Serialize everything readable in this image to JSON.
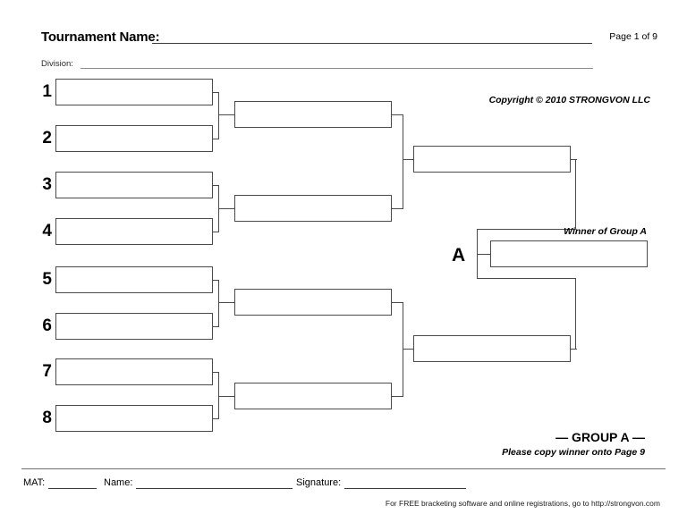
{
  "header": {
    "tournament_label": "Tournament Name:",
    "page_indicator": "Page 1 of 9",
    "division_label": "Division:",
    "copyright": "Copyright © 2010 STRONGVON LLC"
  },
  "bracket": {
    "seeds": [
      "1",
      "2",
      "3",
      "4",
      "5",
      "6",
      "7",
      "8"
    ],
    "group_letter": "A",
    "winner_caption": "Winner of Group A"
  },
  "group_footer": {
    "title": "— GROUP A —",
    "note": "Please copy winner onto Page 9"
  },
  "form": {
    "mat_label": "MAT:",
    "name_label": "Name:",
    "signature_label": "Signature:"
  },
  "footer": {
    "url_line": "For FREE bracketing software and online registrations, go to http://strongvon.com"
  }
}
